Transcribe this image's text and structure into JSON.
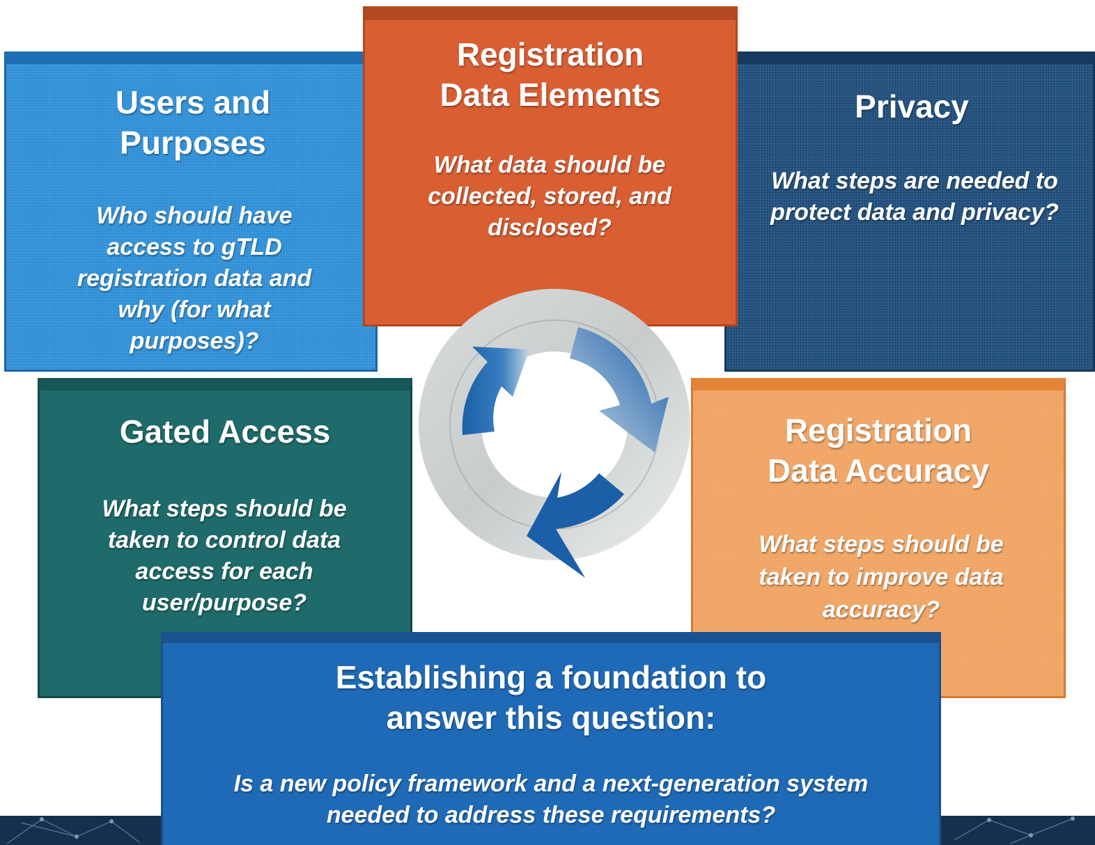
{
  "boxes": {
    "users": {
      "title": "Users and\nPurposes",
      "question": "Who should have access to gTLD registration data and why (for what purposes)?",
      "color": "#2f8fd6"
    },
    "registration_elements": {
      "title": "Registration\nData Elements",
      "question": "What data should be collected, stored, and disclosed?",
      "color": "#d95f33"
    },
    "privacy": {
      "title": "Privacy",
      "question": "What steps are needed to protect data and privacy?",
      "color": "#1f4d7a"
    },
    "gated_access": {
      "title": "Gated Access",
      "question": "What steps should be taken to control data access for each user/purpose?",
      "color": "#1f6a6a"
    },
    "accuracy": {
      "title": "Registration\nData Accuracy",
      "question": "What steps should be taken to improve data accuracy?",
      "color": "#f0a463"
    },
    "foundation": {
      "title": "Establishing a foundation to\nanswer this question:",
      "question": "Is a new policy framework and a next-generation system needed to address these requirements?",
      "color": "#1f6ab6"
    }
  },
  "cycle_icon": "circular-arrows-icon"
}
